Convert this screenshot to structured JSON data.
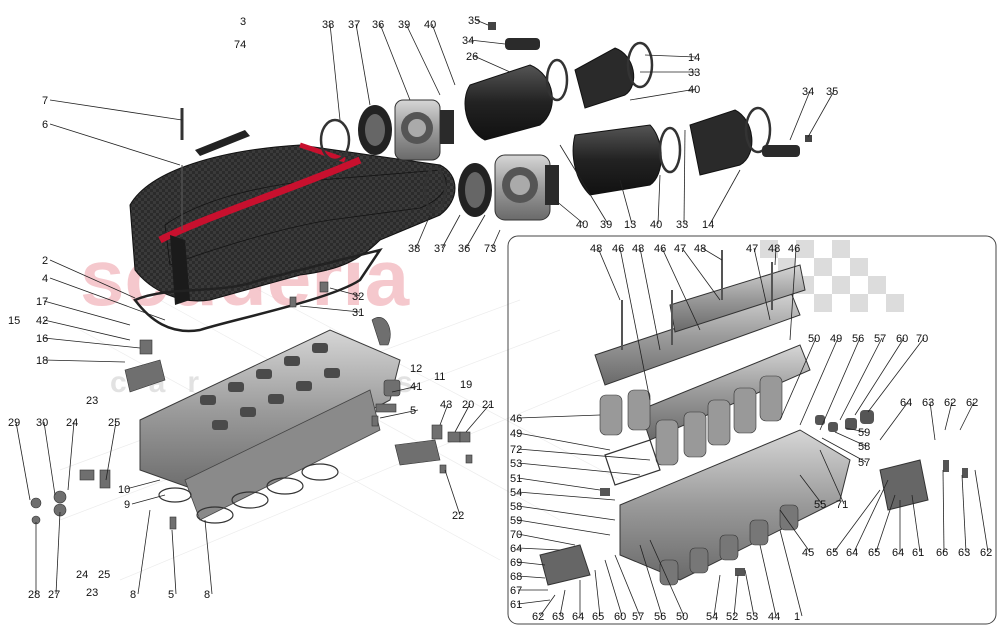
{
  "watermark": {
    "brand": "scuderia",
    "sub": "car parts"
  },
  "callouts": {
    "c1": "1",
    "c2": "2",
    "c3": "3",
    "c4": "4",
    "c5": "5",
    "c6": "6",
    "c7": "7",
    "c8": "8",
    "c9": "9",
    "c10": "10",
    "c11": "11",
    "c12": "12",
    "c13": "13",
    "c14": "14",
    "c15": "15",
    "c16": "16",
    "c17": "17",
    "c18": "18",
    "c19": "19",
    "c20": "20",
    "c21": "21",
    "c22": "22",
    "c23": "23",
    "c24": "24",
    "c25": "25",
    "c26": "26",
    "c27": "27",
    "c28": "28",
    "c29": "29",
    "c30": "30",
    "c31": "31",
    "c32": "32",
    "c33": "33",
    "c34": "34",
    "c35": "35",
    "c36": "36",
    "c37": "37",
    "c38": "38",
    "c39": "39",
    "c40": "40",
    "c41": "41",
    "c42": "42",
    "c43": "43",
    "c44": "44",
    "c45": "45",
    "c46": "46",
    "c47": "47",
    "c48": "48",
    "c49": "49",
    "c50": "50",
    "c51": "51",
    "c52": "52",
    "c53": "53",
    "c54": "54",
    "c55": "55",
    "c56": "56",
    "c57": "57",
    "c58": "58",
    "c59": "59",
    "c60": "60",
    "c61": "61",
    "c62": "62",
    "c63": "63",
    "c64": "64",
    "c65": "65",
    "c66": "66",
    "c67": "67",
    "c68": "68",
    "c69": "69",
    "c70": "70",
    "c71": "71",
    "c72": "72",
    "c73": "73",
    "c74": "74"
  },
  "colors": {
    "carbon": "#2b2b2b",
    "carbon_dark": "#161616",
    "red_stripe": "#c8102e",
    "metal": "#8d8d8d",
    "metal_light": "#c9c9c9",
    "metal_dark": "#5a5a5a",
    "watermark": "#f2b6bd"
  }
}
